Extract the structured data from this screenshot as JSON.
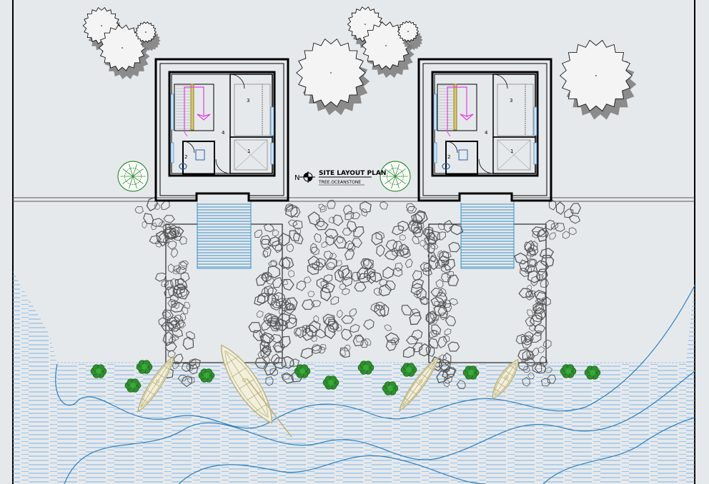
{
  "title": {
    "main": "SITE LAYOUT PLAN",
    "sub": "TREE.OCEANSTONE",
    "north_label": "N"
  },
  "units": [
    {
      "id": "left",
      "room_labels": [
        "1",
        "2",
        "3",
        "4"
      ]
    },
    {
      "id": "right",
      "room_labels": [
        "1",
        "2",
        "3",
        "4"
      ]
    }
  ],
  "colors": {
    "background": "#e6e9ec",
    "line": "#000000",
    "water": "#4a90c8",
    "water_hatch": "#7fb3e0",
    "stairs": "#3b8fc4",
    "shrub": "#2f8f2f",
    "boat": "#b8b07a",
    "stair_arrow": "#e040e0",
    "stone": "#555555"
  }
}
